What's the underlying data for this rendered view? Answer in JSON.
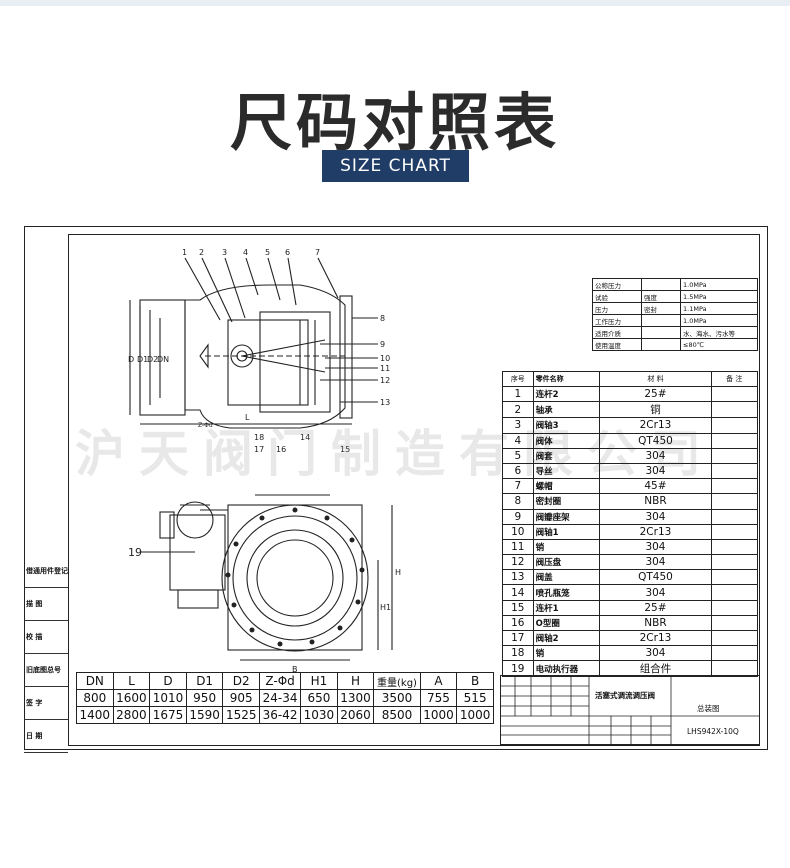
{
  "title": "尺码对照表",
  "badge": "SIZE CHART",
  "watermark": "沪天阀门制造有限公司",
  "side_labels": [
    "借通用件登记",
    "描 图",
    "校 描",
    "旧底图总号",
    "签 字",
    "日 期"
  ],
  "drawing": {
    "callouts_top": [
      "1",
      "2",
      "3",
      "4",
      "5",
      "6",
      "7"
    ],
    "callouts_right": [
      "8",
      "9",
      "10",
      "11",
      "12",
      "13"
    ],
    "callouts_bottom": [
      "18",
      "17",
      "16",
      "15",
      "14"
    ],
    "callout_19": "19",
    "dim_labels_left": [
      "D",
      "D1",
      "D2",
      "DN"
    ],
    "dim_label_l": "L",
    "dim_label_zd": "Z-Φd",
    "dim_label_b": "B",
    "dim_label_h": "H",
    "dim_label_h1": "H1"
  },
  "specs": {
    "rows": [
      [
        "公称压力",
        "",
        "1.0MPa"
      ],
      [
        "试验",
        "强度",
        "1.5MPa"
      ],
      [
        "压力",
        "密封",
        "1.1MPa"
      ],
      [
        "工作压力",
        "",
        "1.0MPa"
      ],
      [
        "适用介质",
        "",
        "水、海水、污水等"
      ],
      [
        "使用温度",
        "",
        "≤80℃"
      ]
    ]
  },
  "dimensions": {
    "headers": [
      "DN",
      "L",
      "D",
      "D1",
      "D2",
      "Z-Φd",
      "H1",
      "H",
      "重量(kg)",
      "A",
      "B"
    ],
    "rows": [
      [
        "800",
        "1600",
        "1010",
        "950",
        "905",
        "24-34",
        "650",
        "1300",
        "3500",
        "755",
        "515"
      ],
      [
        "1400",
        "2800",
        "1675",
        "1590",
        "1525",
        "36-42",
        "1030",
        "2060",
        "8500",
        "1000",
        "1000"
      ]
    ]
  },
  "parts": {
    "headers": [
      "序号",
      "零件名称",
      "材 料",
      "备 注"
    ],
    "rows": [
      [
        "1",
        "连杆2",
        "25#",
        ""
      ],
      [
        "2",
        "轴承",
        "铜",
        ""
      ],
      [
        "3",
        "阀轴3",
        "2Cr13",
        ""
      ],
      [
        "4",
        "阀体",
        "QT450",
        ""
      ],
      [
        "5",
        "阀套",
        "304",
        ""
      ],
      [
        "6",
        "导丝",
        "304",
        ""
      ],
      [
        "7",
        "螺帽",
        "45#",
        ""
      ],
      [
        "8",
        "密封圈",
        "NBR",
        ""
      ],
      [
        "9",
        "阀瓣座架",
        "304",
        ""
      ],
      [
        "10",
        "阀轴1",
        "2Cr13",
        ""
      ],
      [
        "11",
        "销",
        "304",
        ""
      ],
      [
        "12",
        "阀压盘",
        "304",
        ""
      ],
      [
        "13",
        "阀盖",
        "QT450",
        ""
      ],
      [
        "14",
        "喷孔瓶笼",
        "304",
        ""
      ],
      [
        "15",
        "连杆1",
        "25#",
        ""
      ],
      [
        "16",
        "O型圈",
        "NBR",
        ""
      ],
      [
        "17",
        "阀轴2",
        "2Cr13",
        ""
      ],
      [
        "18",
        "销",
        "304",
        ""
      ],
      [
        "19",
        "电动执行器",
        "组合件",
        ""
      ]
    ]
  },
  "title_block": {
    "product_name": "活塞式调流调压阀",
    "drawing_type": "总装图",
    "model": "LHS942X-10Q"
  }
}
